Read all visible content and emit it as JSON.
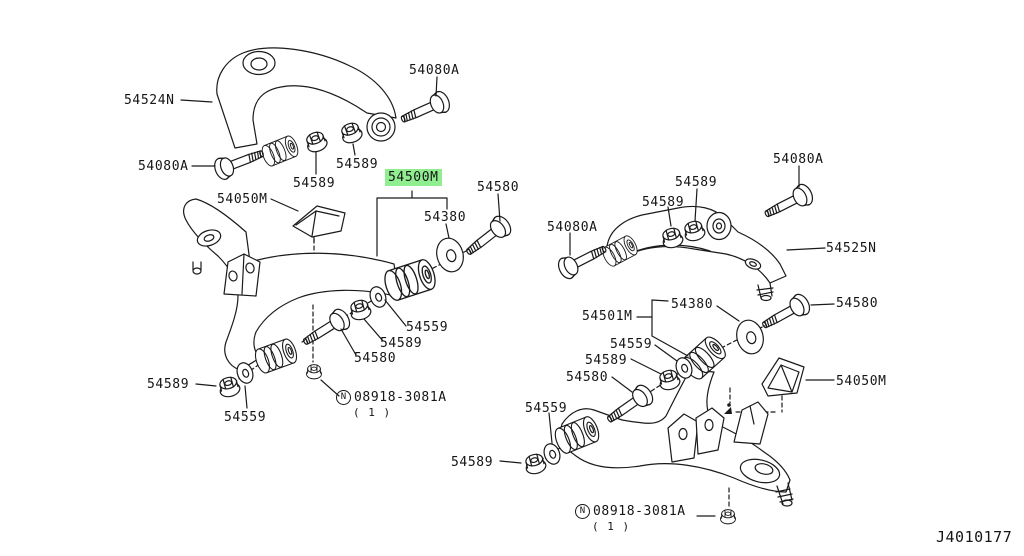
{
  "diagram": {
    "drawing_number": "J4010177",
    "highlight_color": "#90EE90",
    "line_color": "#1a1a1a",
    "highlighted_part": "54500M",
    "labels": [
      {
        "text": "54524N"
      },
      {
        "text": "54080A"
      },
      {
        "text": "54080A"
      },
      {
        "text": "54589"
      },
      {
        "text": "54589"
      },
      {
        "text": "54050M"
      },
      {
        "text": "54500M"
      },
      {
        "text": "54380"
      },
      {
        "text": "54580"
      },
      {
        "text": "54559"
      },
      {
        "text": "54589"
      },
      {
        "text": "54580"
      },
      {
        "text": "54589"
      },
      {
        "text": "54559"
      },
      {
        "text": "54080A"
      },
      {
        "text": "54589"
      },
      {
        "text": "54589"
      },
      {
        "text": "54080A"
      },
      {
        "text": "54525N"
      },
      {
        "text": "54380"
      },
      {
        "text": "54580"
      },
      {
        "text": "54501M"
      },
      {
        "text": "54559"
      },
      {
        "text": "54589"
      },
      {
        "text": "54580"
      },
      {
        "text": "54050M"
      },
      {
        "text": "54559"
      },
      {
        "text": "54589"
      }
    ],
    "notes": [
      {
        "symbol": "N",
        "text": "08918-3081A",
        "qty": "( 1 )"
      },
      {
        "symbol": "N",
        "text": "08918-3081A",
        "qty": "( 1 )"
      }
    ]
  }
}
